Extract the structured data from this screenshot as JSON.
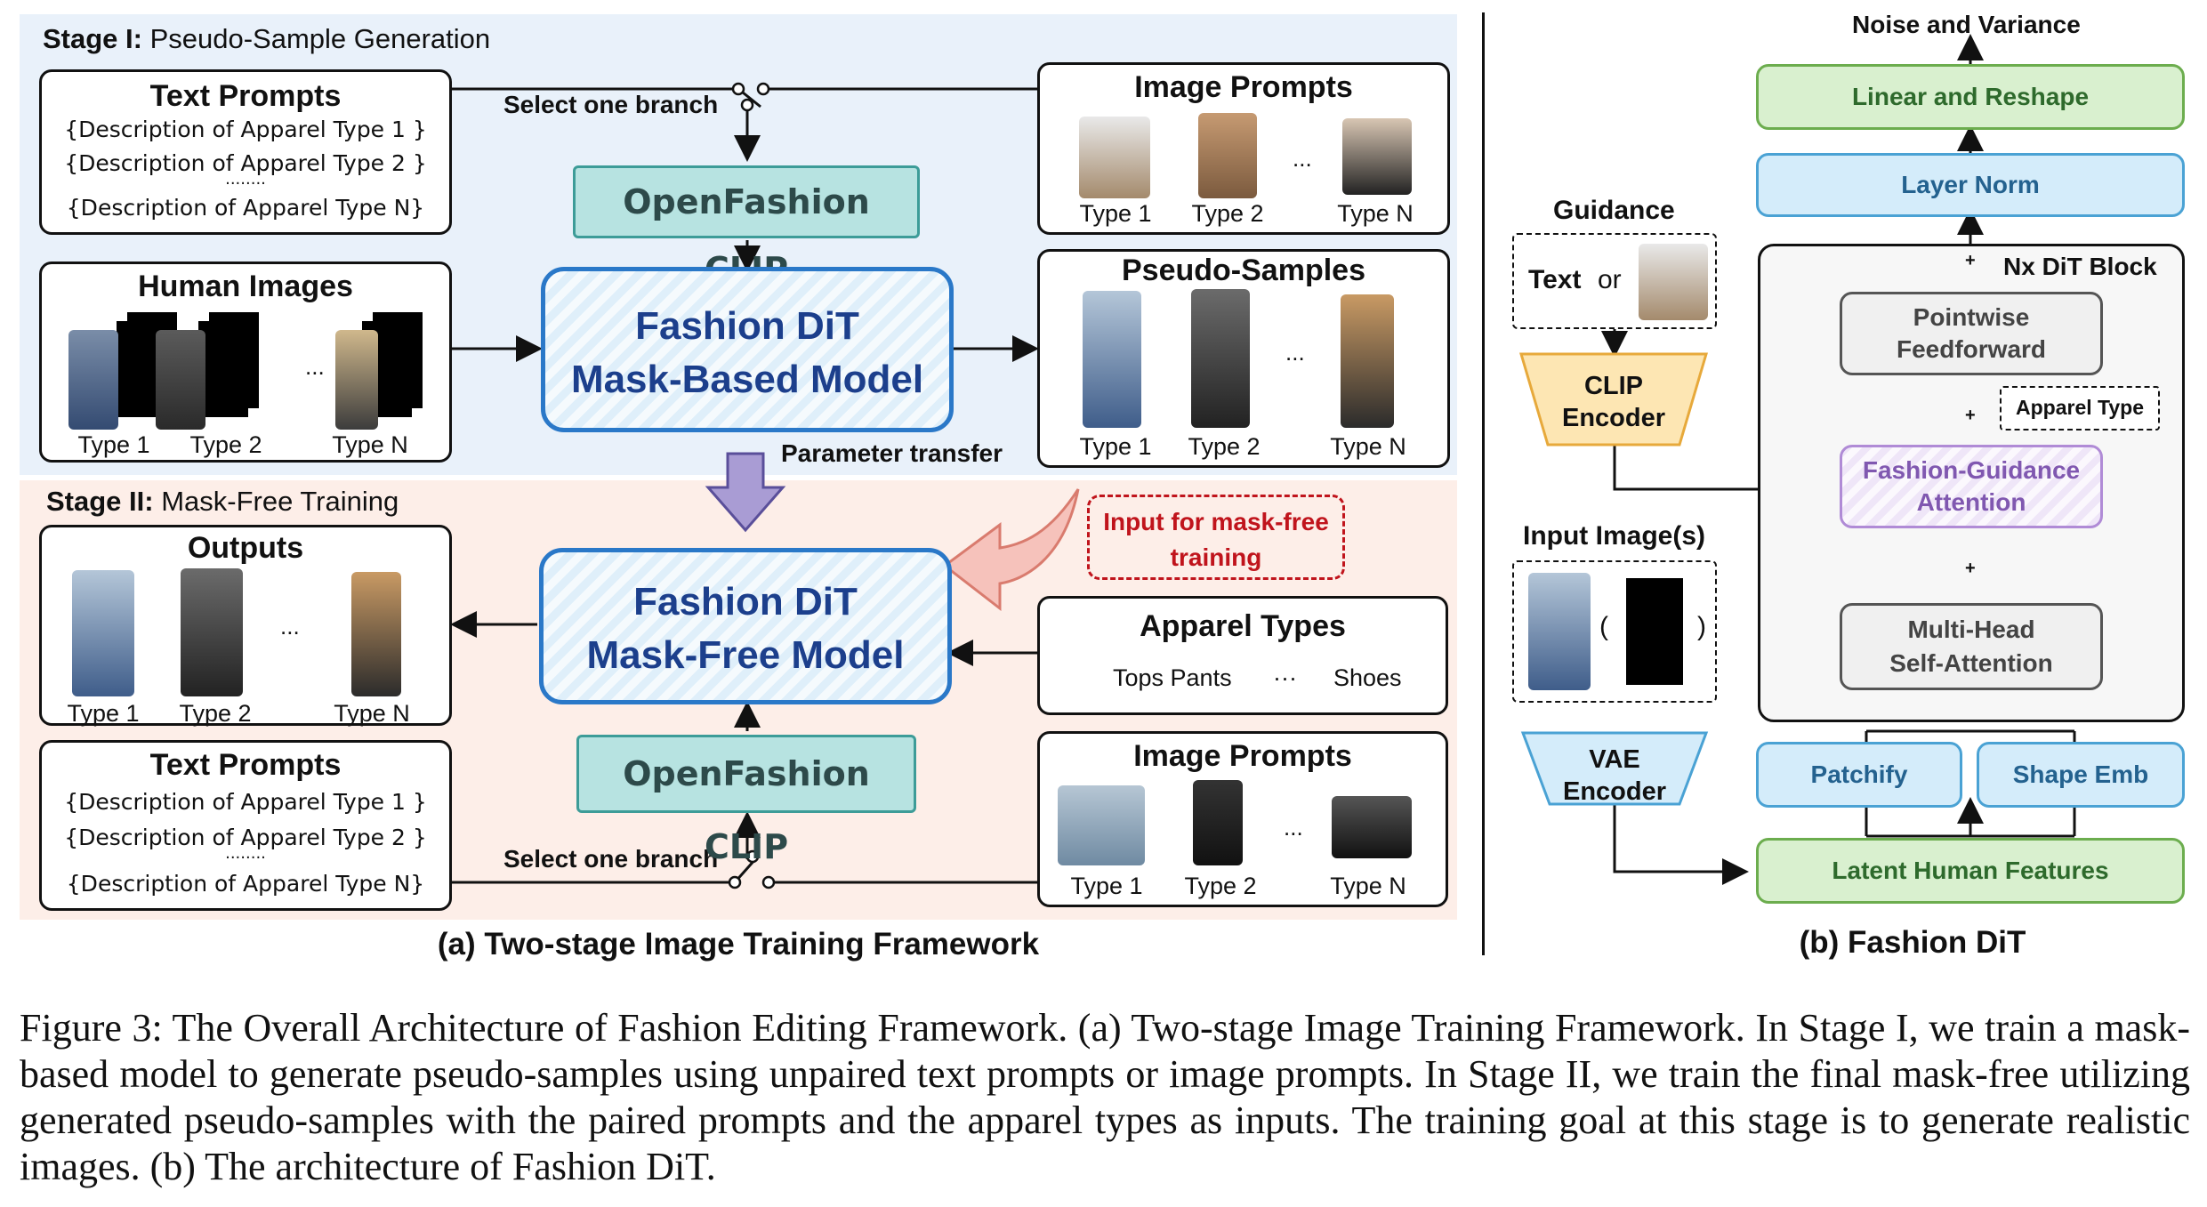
{
  "stage1": {
    "bold": "Stage I:",
    "rest": " Pseudo-Sample Generation"
  },
  "stage2": {
    "bold": "Stage II:",
    "rest": " Mask-Free Training"
  },
  "text_prompts": {
    "title": "Text Prompts",
    "line1": "{Description of Apparel Type 1 }",
    "line2": "{Description of Apparel Type 2 }",
    "dots": "........",
    "lineN": "{Description of Apparel Type N}"
  },
  "human_images": {
    "title": "Human Images"
  },
  "image_prompts": {
    "title": "Image Prompts"
  },
  "pseudo_samples": {
    "title": "Pseudo-Samples"
  },
  "outputs": {
    "title": "Outputs"
  },
  "apparel_types": {
    "title": "Apparel Types",
    "items": "Tops Pants",
    "ellipsis": "···",
    "last": "Shoes"
  },
  "types": {
    "t1": "Type 1",
    "t2": "Type 2",
    "tn": "Type N",
    "ellipsis": "..."
  },
  "clip_label": "OpenFashion CLIP",
  "dit1": {
    "line1": "Fashion DiT",
    "line2": "Mask-Based Model"
  },
  "dit2": {
    "line1": "Fashion DiT",
    "line2": "Mask-Free Model"
  },
  "select_branch": "Select one branch",
  "param_transfer": "Parameter transfer",
  "input_maskfree": {
    "line1": "Input for mask-free",
    "line2": "training"
  },
  "caption_a": "(a) Two-stage Image Training Framework",
  "caption_b": "(b) Fashion DiT",
  "right": {
    "noise": "Noise and Variance",
    "linear": "Linear and Reshape",
    "layernorm": "Layer Norm",
    "nx": "Nx DiT Block",
    "pointwise1": "Pointwise",
    "pointwise2": "Feedforward",
    "apparel_type": "Apparel Type",
    "fga1": "Fashion-Guidance",
    "fga2": "Attention",
    "mha1": "Multi-Head",
    "mha2": "Self-Attention",
    "patchify": "Patchify",
    "shape_emb": "Shape Emb",
    "latent": "Latent Human Features",
    "guidance": "Guidance",
    "text": "Text",
    "or": "or",
    "clip1": "CLIP",
    "clip2": "Encoder",
    "input_images": "Input Image(s)",
    "lparen": "(",
    "rparen": ")",
    "vae1": "VAE",
    "vae2": "Encoder",
    "plus": "+"
  },
  "figure_caption": "Figure 3: The Overall Architecture of Fashion Editing Framework. (a) Two-stage Image Training Framework. In Stage I, we train a mask-based model to generate pseudo-samples using unpaired text prompts or image prompts. In Stage II, we train the final mask-free utilizing generated pseudo-samples with the paired prompts and the apparel types as inputs. The training goal at this stage is to generate realistic images. (b) The architecture of Fashion DiT.",
  "colors": {
    "dit_border": "#2a78c8",
    "clip_fill": "#b7e3e1",
    "stage1_bg": "#e9f1fa",
    "stage2_bg": "#fdeee8",
    "red_text": "#c0141c"
  }
}
